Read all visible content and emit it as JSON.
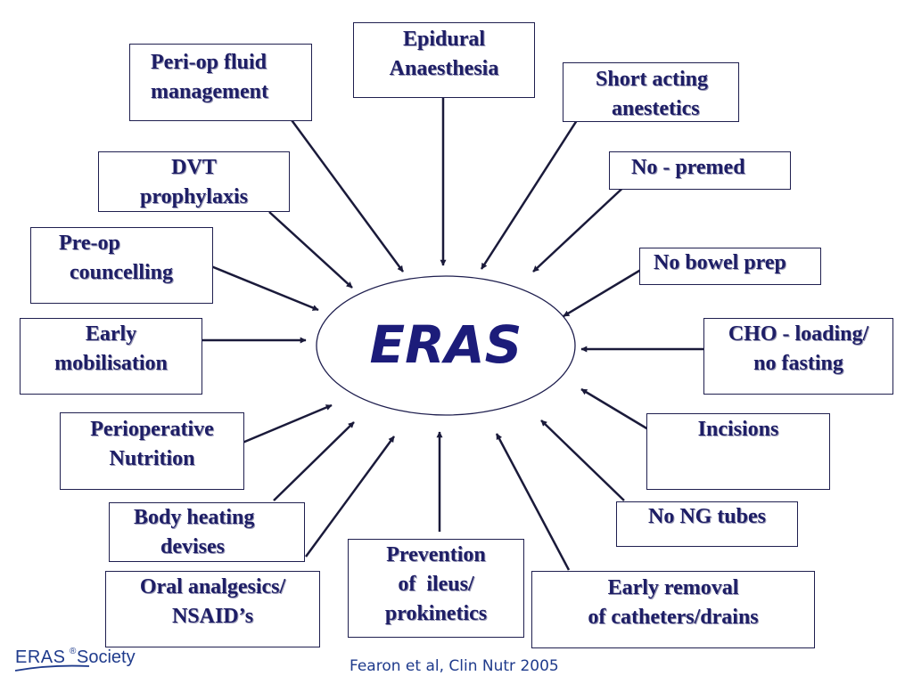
{
  "hub": "ERAS",
  "elements": [
    {
      "id": "epidural",
      "text": "Epidural\nAnaesthesia"
    },
    {
      "id": "fluid",
      "text": "Peri-op fluid\nmanagement"
    },
    {
      "id": "short-acting",
      "text": "Short acting\n   anestetics"
    },
    {
      "id": "dvt",
      "text": "DVT\nprophylaxis"
    },
    {
      "id": "no-premed",
      "text": "No - premed"
    },
    {
      "id": "preop",
      "text": "Pre-op\n  councelling"
    },
    {
      "id": "bowel",
      "text": "No bowel prep"
    },
    {
      "id": "mobilisation",
      "text": "Early\nmobilisation"
    },
    {
      "id": "cho",
      "text": "CHO - loading/\nno fasting"
    },
    {
      "id": "nutrition",
      "text": "Perioperative\nNutrition"
    },
    {
      "id": "incisions",
      "text": "Incisions"
    },
    {
      "id": "heating",
      "text": "Body heating\n     devises"
    },
    {
      "id": "ng",
      "text": "No NG tubes"
    },
    {
      "id": "analgesics",
      "text": "Oral analgesics/\nNSAID’s"
    },
    {
      "id": "ileus",
      "text": "Prevention\nof  ileus/\nprokinetics"
    },
    {
      "id": "removal",
      "text": "Early removal\nof catheters/drains"
    }
  ],
  "citation": "Fearon et al, Clin Nutr 2005",
  "logo": {
    "name": "ERAS",
    "mark": "®",
    "suffix": "Society"
  },
  "colors": {
    "text": "#1e1e66",
    "hub": "#1c1c7a",
    "line": "#1f1f4f",
    "citation": "#1f3b8c"
  }
}
